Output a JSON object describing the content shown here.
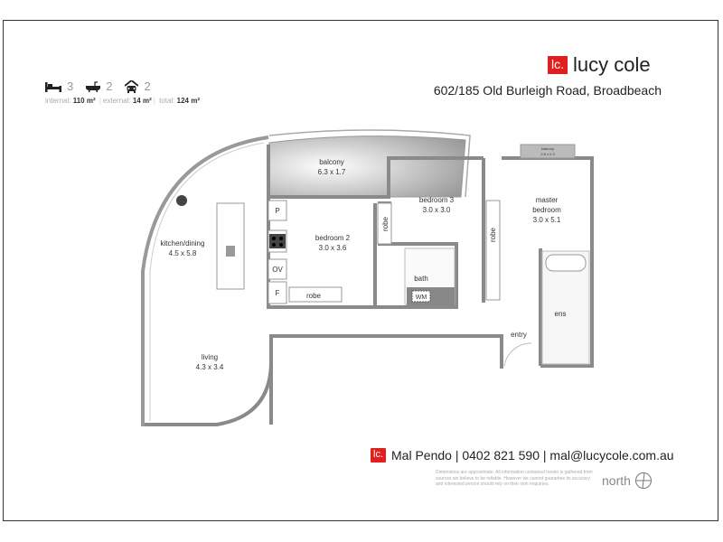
{
  "brand": {
    "mark": "lc.",
    "name": "lucy cole"
  },
  "address": "602/185 Old Burleigh Road, Broadbeach",
  "stats": {
    "bedrooms": "3",
    "bathrooms": "2",
    "parking": "2"
  },
  "areas": {
    "internal_label": "internal:",
    "internal_value": "110 m²",
    "external_label": "external:",
    "external_value": "14 m²",
    "total_label": "total:",
    "total_value": "124 m²"
  },
  "rooms": {
    "balcony": {
      "name": "balcony",
      "size": "6.3 x 1.7"
    },
    "balcony_small": {
      "name": "balcony",
      "size": "2.8 x 0.3"
    },
    "bedroom3": {
      "name": "bedroom 3",
      "size": "3.0 x 3.0"
    },
    "master": {
      "name": "master",
      "name2": "bedroom",
      "size": "3.0 x 5.1"
    },
    "kitchen": {
      "name": "kitchen/dining",
      "size": "4.5 x 5.8"
    },
    "bedroom2": {
      "name": "bedroom 2",
      "size": "3.0 x 3.6"
    },
    "living": {
      "name": "living",
      "size": "4.3 x 3.4"
    },
    "robe": "robe",
    "bath": "bath",
    "ens": "ens",
    "entry": "entry",
    "wm": "WM",
    "pantry": "P",
    "oven": "OV",
    "fridge": "F"
  },
  "contact": {
    "text": "Mal Pendo | 0402 821 590 | mal@lucycole.com.au"
  },
  "disclaimer": "Dimensions are approximate. All information contained herein is gathered from sources we believe to be reliable. However we cannot guarantee its accuracy and interested person should rely on their own enquiries.",
  "north": "north",
  "colors": {
    "brand_red": "#e0201c",
    "wall": "#8a8a8a"
  }
}
